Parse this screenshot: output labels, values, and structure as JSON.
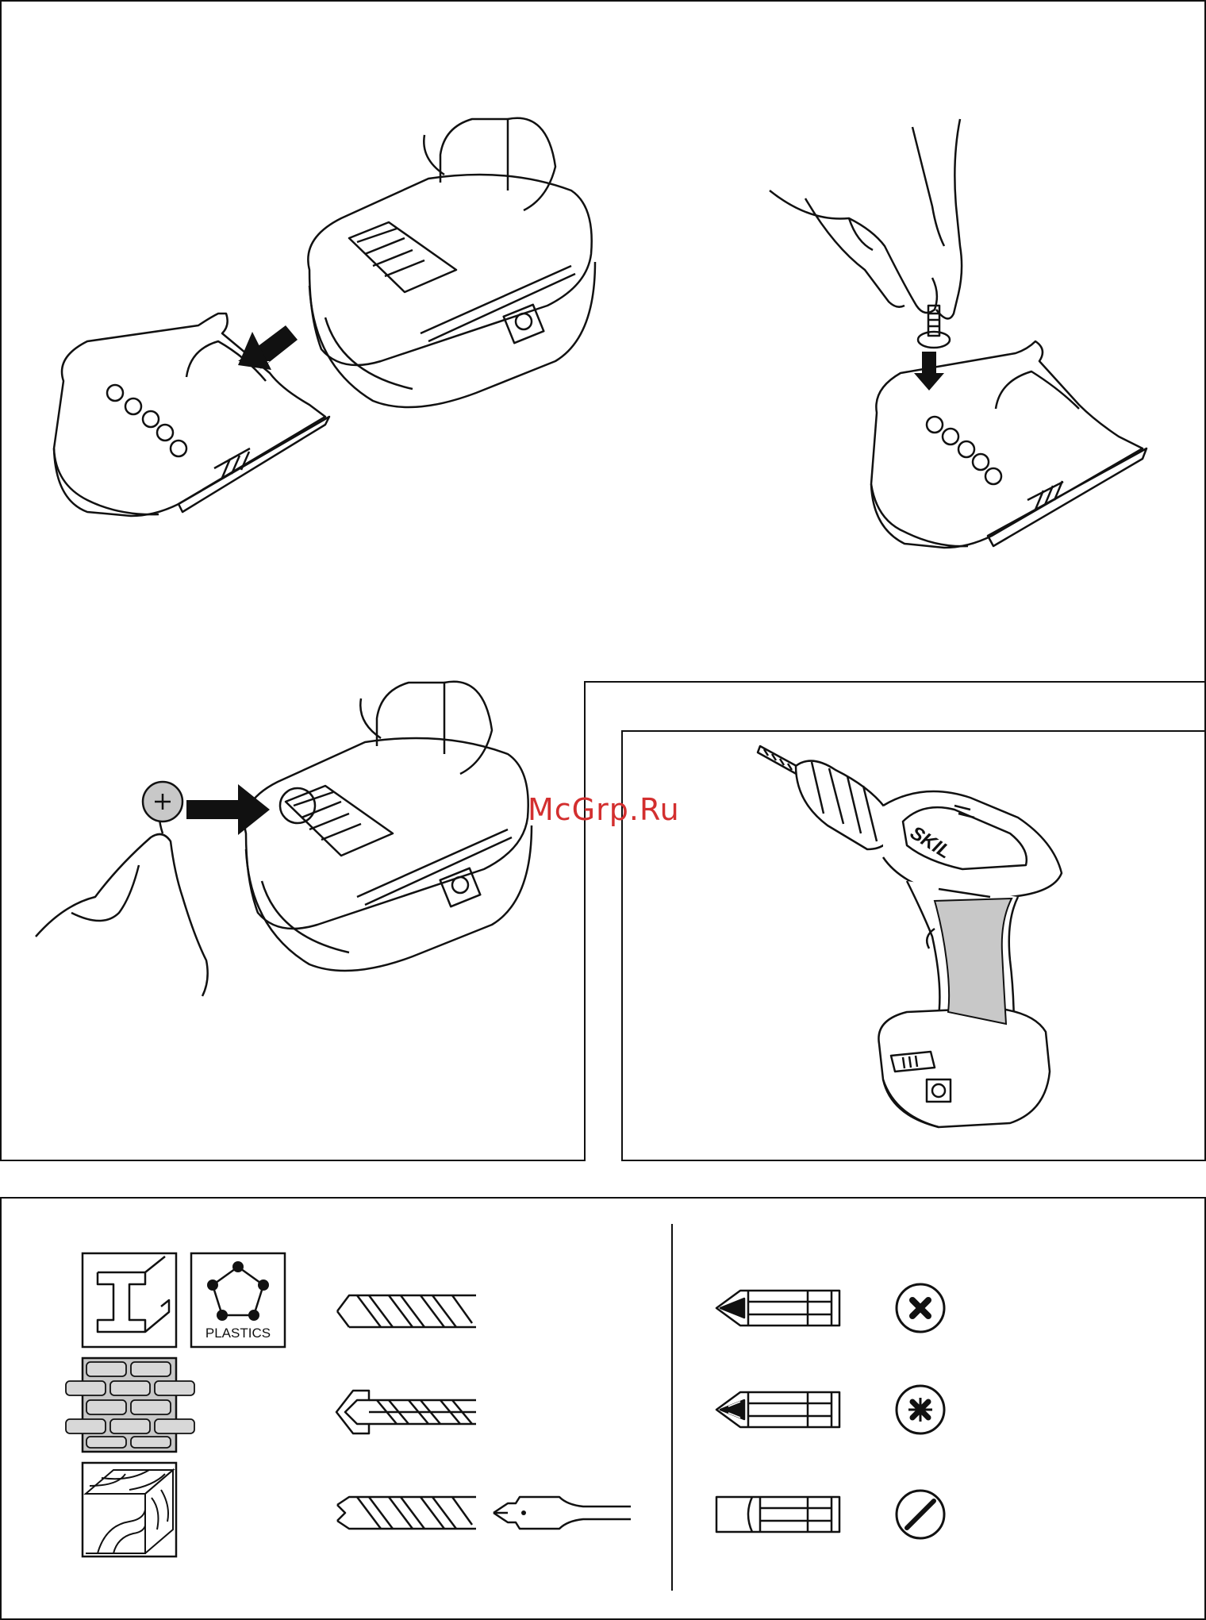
{
  "watermark": "McGrp.Ru",
  "drill": {
    "brand": "SKIL"
  },
  "materials": {
    "plastics_label": "PLASTICS"
  },
  "icons": {
    "material_icons": [
      "steel-beam-icon",
      "plastics-pentagon-icon",
      "masonry-brick-icon",
      "wood-grain-icon"
    ],
    "drill_bits": [
      "metal-twist-bit-icon",
      "masonry-bit-icon",
      "wood-brad-point-bit-icon",
      "spade-bit-icon"
    ],
    "screwdriver_bits": [
      "phillips-bit-icon",
      "pozidriv-bit-icon",
      "slotted-bit-icon"
    ],
    "screw_heads": [
      "phillips-screw-head-icon",
      "pozidriv-screw-head-icon",
      "slotted-screw-head-icon"
    ]
  },
  "colors": {
    "line": "#111111",
    "gray_fill": "#c8c8c8",
    "watermark": "#d32f2f"
  }
}
